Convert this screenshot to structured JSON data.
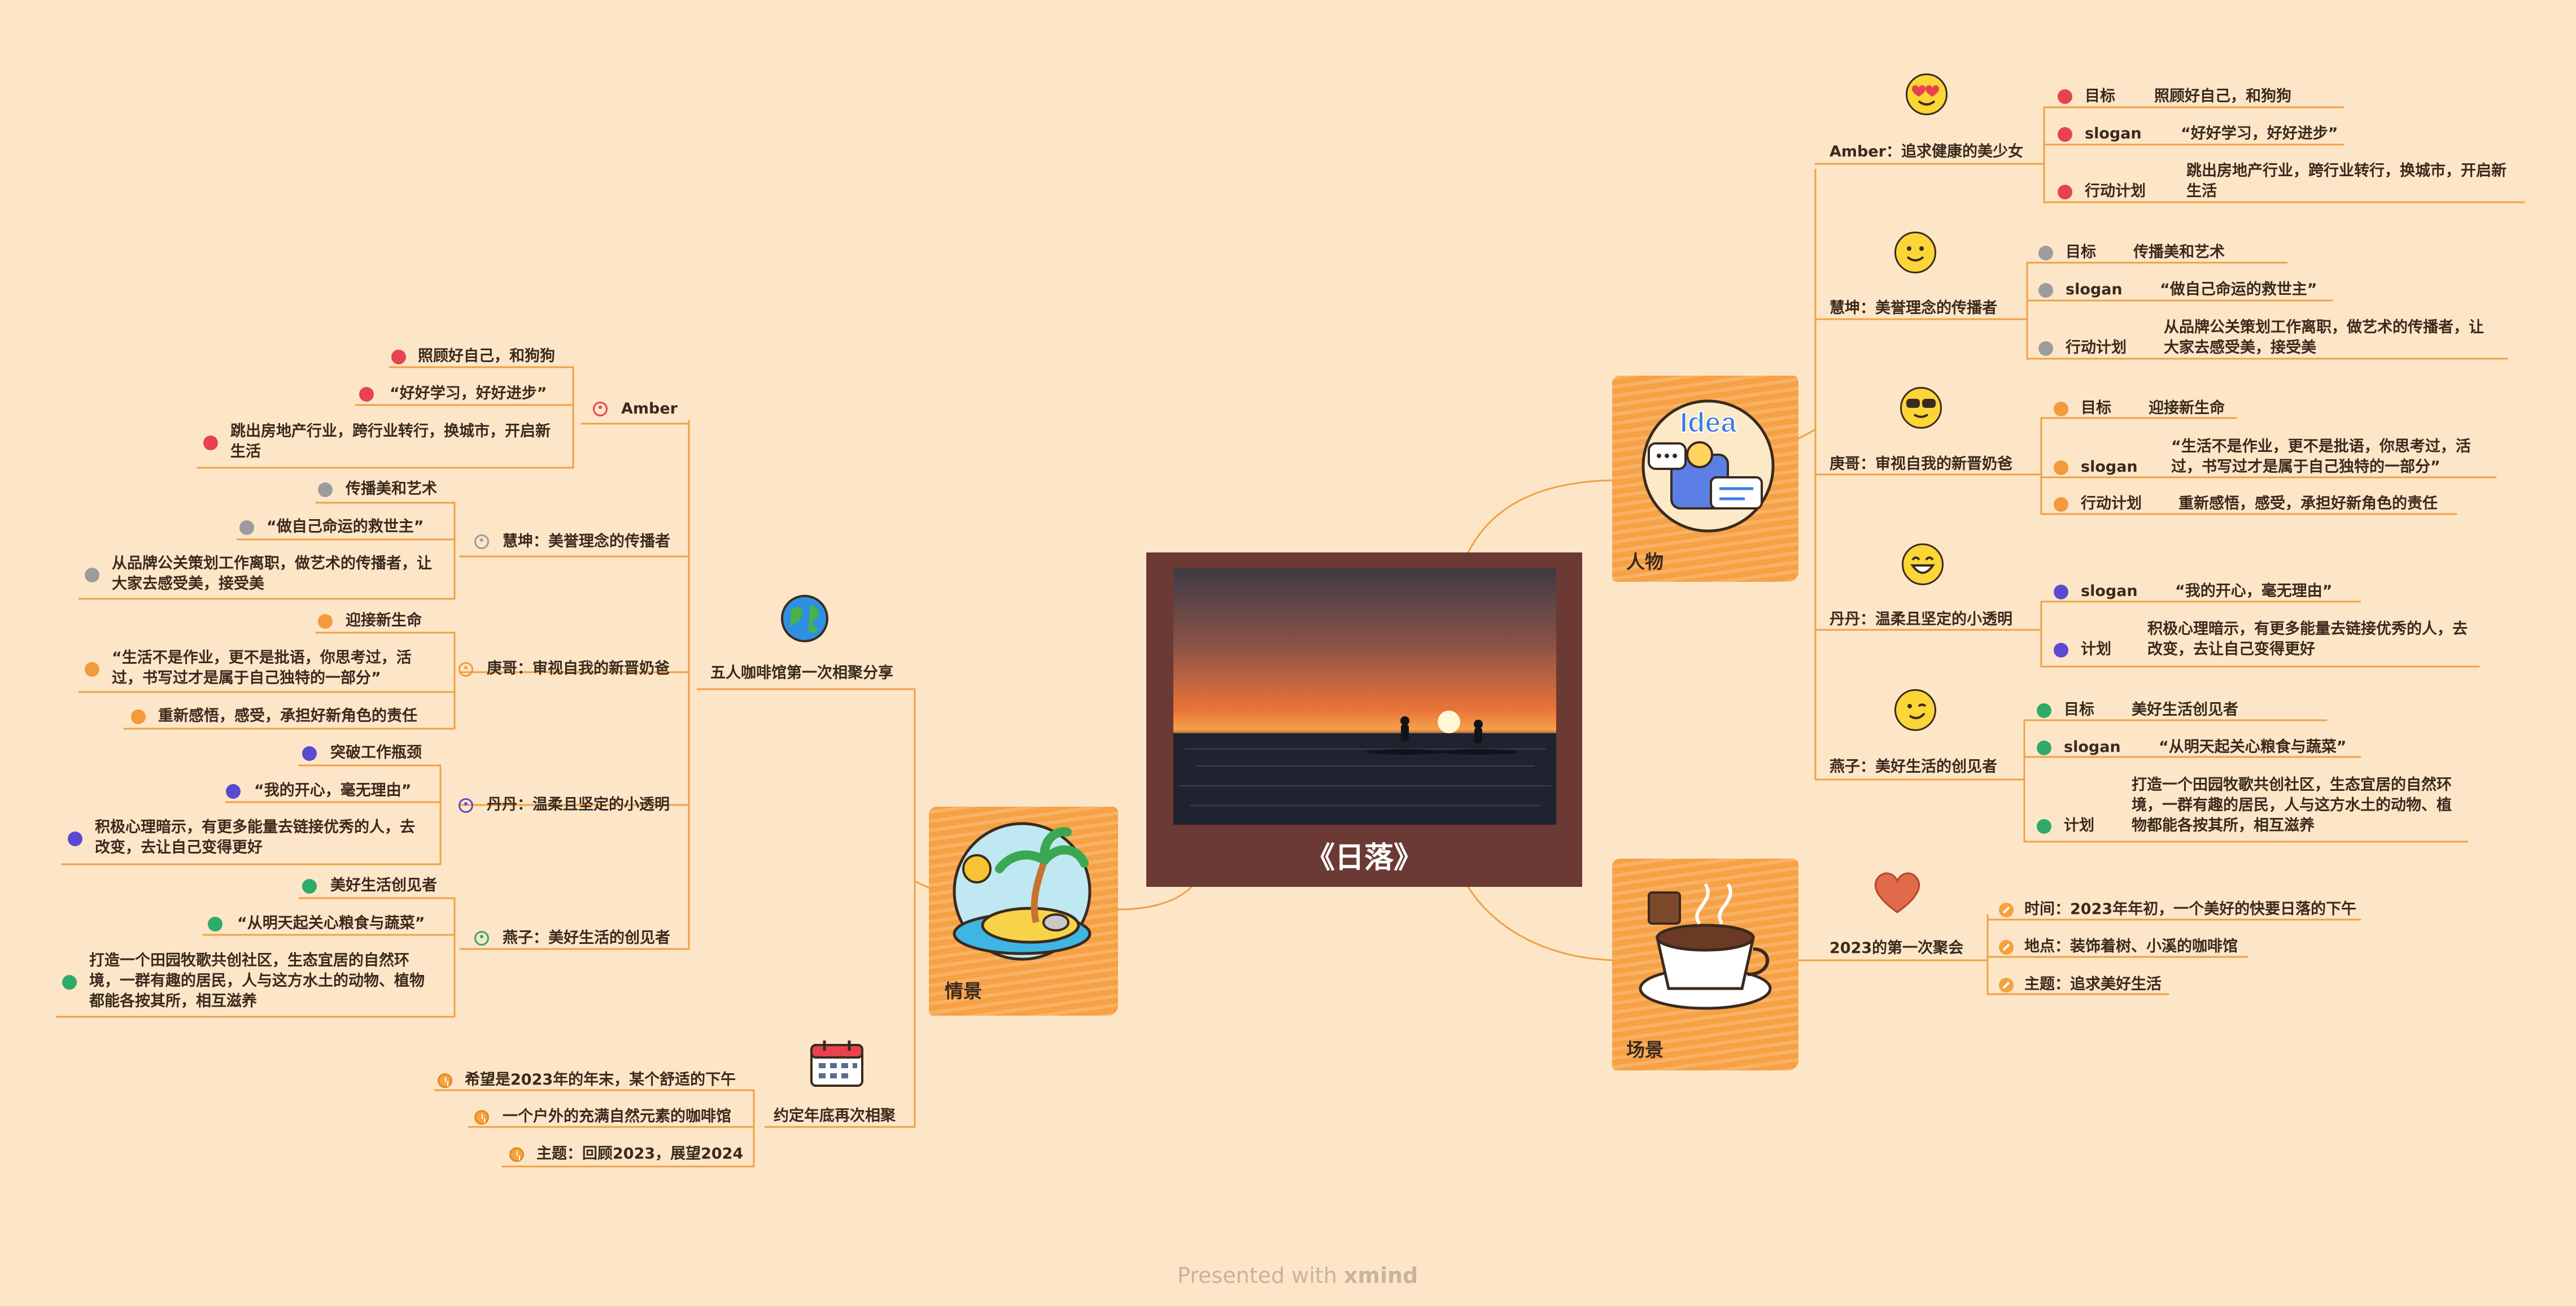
{
  "central": {
    "title": "《日落》"
  },
  "watermark": {
    "prefix": "Presented with ",
    "brand": "xmind"
  },
  "right": {
    "people": {
      "label": "人物",
      "sticker_text": "Idea",
      "persons": [
        {
          "name": "Amber：追求健康的美少女",
          "rows": [
            {
              "k": "目标",
              "v": "照顾好自己，和狗狗"
            },
            {
              "k": "slogan",
              "v": "“好好学习，好好进步”"
            },
            {
              "k": "行动计划",
              "v": "跳出房地产行业，跨行业转行，换城市，开启新生活"
            }
          ]
        },
        {
          "name": "慧坤：美誉理念的传播者",
          "rows": [
            {
              "k": "目标",
              "v": "传播美和艺术"
            },
            {
              "k": "slogan",
              "v": "“做自己命运的救世主”"
            },
            {
              "k": "行动计划",
              "v": "从品牌公关策划工作离职，做艺术的传播者，让大家去感受美，接受美"
            }
          ]
        },
        {
          "name": "庚哥：审视自我的新晋奶爸",
          "rows": [
            {
              "k": "目标",
              "v": "迎接新生命"
            },
            {
              "k": "slogan",
              "v": "“生活不是作业，更不是批语，你思考过，活过，书写过才是属于自己独特的一部分”"
            },
            {
              "k": "行动计划",
              "v": "重新感悟，感受，承担好新角色的责任"
            }
          ]
        },
        {
          "name": "丹丹：温柔且坚定的小透明",
          "rows": [
            {
              "k": "slogan",
              "v": "“我的开心，毫无理由”"
            },
            {
              "k": "计划",
              "v": "积极心理暗示，有更多能量去链接优秀的人，去改变，去让自己变得更好"
            }
          ]
        },
        {
          "name": "燕子：美好生活的创见者",
          "rows": [
            {
              "k": "目标",
              "v": "美好生活创见者"
            },
            {
              "k": "slogan",
              "v": "“从明天起关心粮食与蔬菜”"
            },
            {
              "k": "计划",
              "v": "打造一个田园牧歌共创社区，生态宜居的自然环境，一群有趣的居民，人与这方水土的动物、植物都能各按其所，相互滋养"
            }
          ]
        }
      ]
    },
    "scene": {
      "label": "场景",
      "gathering": "2023的第一次聚会",
      "items": [
        "时间：2023年年初，一个美好的快要日落的下午",
        "地点：装饰着树、小溪的咖啡馆",
        "主题：追求美好生活"
      ]
    }
  },
  "left": {
    "story": {
      "label": "情景",
      "share_title": "五人咖啡馆第一次相聚分享",
      "persons": [
        {
          "name": "Amber",
          "items": [
            "照顾好自己，和狗狗",
            "“好好学习，好好进步”",
            "跳出房地产行业，跨行业转行，换城市，开启新生活"
          ]
        },
        {
          "name": "慧坤：美誉理念的传播者",
          "items": [
            "传播美和艺术",
            "“做自己命运的救世主”",
            "从品牌公关策划工作离职，做艺术的传播者，让大家去感受美，接受美"
          ]
        },
        {
          "name": "庚哥：审视自我的新晋奶爸",
          "items": [
            "迎接新生命",
            "“生活不是作业，更不是批语，你思考过，活过，书写过才是属于自己独特的一部分”",
            "重新感悟，感受，承担好新角色的责任"
          ]
        },
        {
          "name": "丹丹：温柔且坚定的小透明",
          "items": [
            "突破工作瓶颈",
            "“我的开心，毫无理由”",
            "积极心理暗示，有更多能量去链接优秀的人，去改变，去让自己变得更好"
          ]
        },
        {
          "name": "燕子：美好生活的创见者",
          "items": [
            "美好生活创见者",
            "“从明天起关心粮食与蔬菜”",
            "打造一个田园牧歌共创社区，生态宜居的自然环境，一群有趣的居民，人与这方水土的动物、植物都能各按其所，相互滋养"
          ]
        }
      ],
      "reunion_title": "约定年底再次相聚",
      "reunion_items": [
        "希望是2023年的年末，某个舒适的下午",
        "一个户外的充满自然元素的咖啡馆",
        "主题：回顾2023，展望2024"
      ]
    }
  },
  "colors": {
    "amber": "#e8424f",
    "huikun": "#9c9c9c",
    "genge": "#f39a3c",
    "dandan": "#5b4ad0",
    "yanzi": "#2eab6a",
    "line": "#f0a046",
    "background": "#fde6c7"
  }
}
